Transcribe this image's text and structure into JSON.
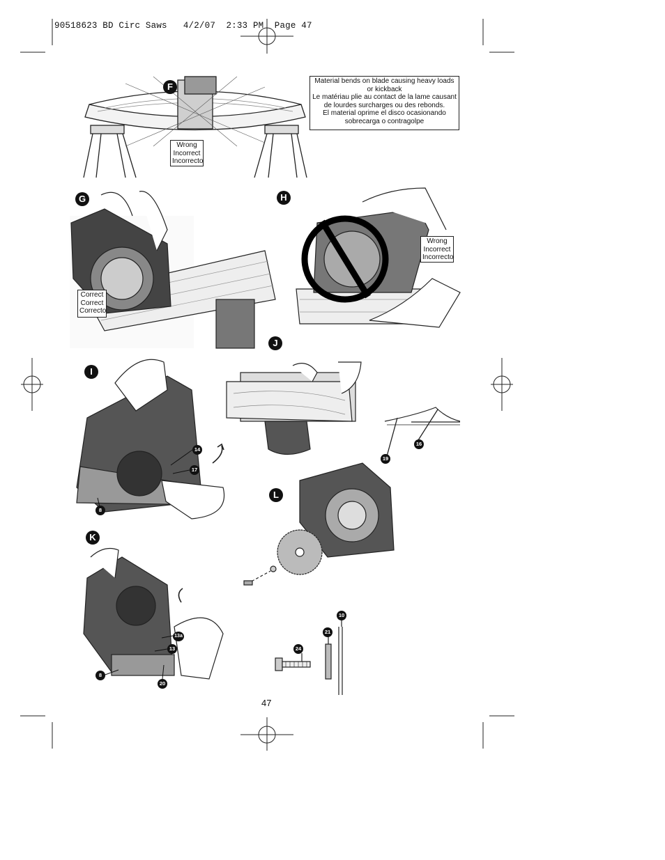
{
  "header": {
    "text": "90518623 BD Circ Saws   4/2/07  2:33 PM  Page 47"
  },
  "figures": {
    "f": {
      "letter": "F",
      "warning_lines": [
        "Material bends on blade causing heavy loads or kickback",
        "Le matériau plie au contact de la lame causant de lourdes surcharges ou des rebonds.",
        "El material oprime el disco ocasionando sobrecarga o contragolpe"
      ],
      "label_lines": [
        "Wrong",
        "Incorrect",
        "Incorrecto"
      ]
    },
    "g": {
      "letter": "G",
      "label_lines": [
        "Correct",
        "Correct",
        "Correcto"
      ]
    },
    "h": {
      "letter": "H",
      "label_lines": [
        "Wrong",
        "Incorrect",
        "Incorrecto"
      ]
    },
    "i": {
      "letter": "I",
      "callouts": [
        "14",
        "17",
        "8"
      ]
    },
    "j": {
      "letter": "J",
      "callouts": [
        "16",
        "19"
      ]
    },
    "k": {
      "letter": "K",
      "callouts": [
        "13a",
        "13",
        "8",
        "20"
      ]
    },
    "l": {
      "letter": "L"
    },
    "parts": {
      "callouts": [
        "10",
        "21",
        "24"
      ]
    }
  },
  "page_number": "47"
}
